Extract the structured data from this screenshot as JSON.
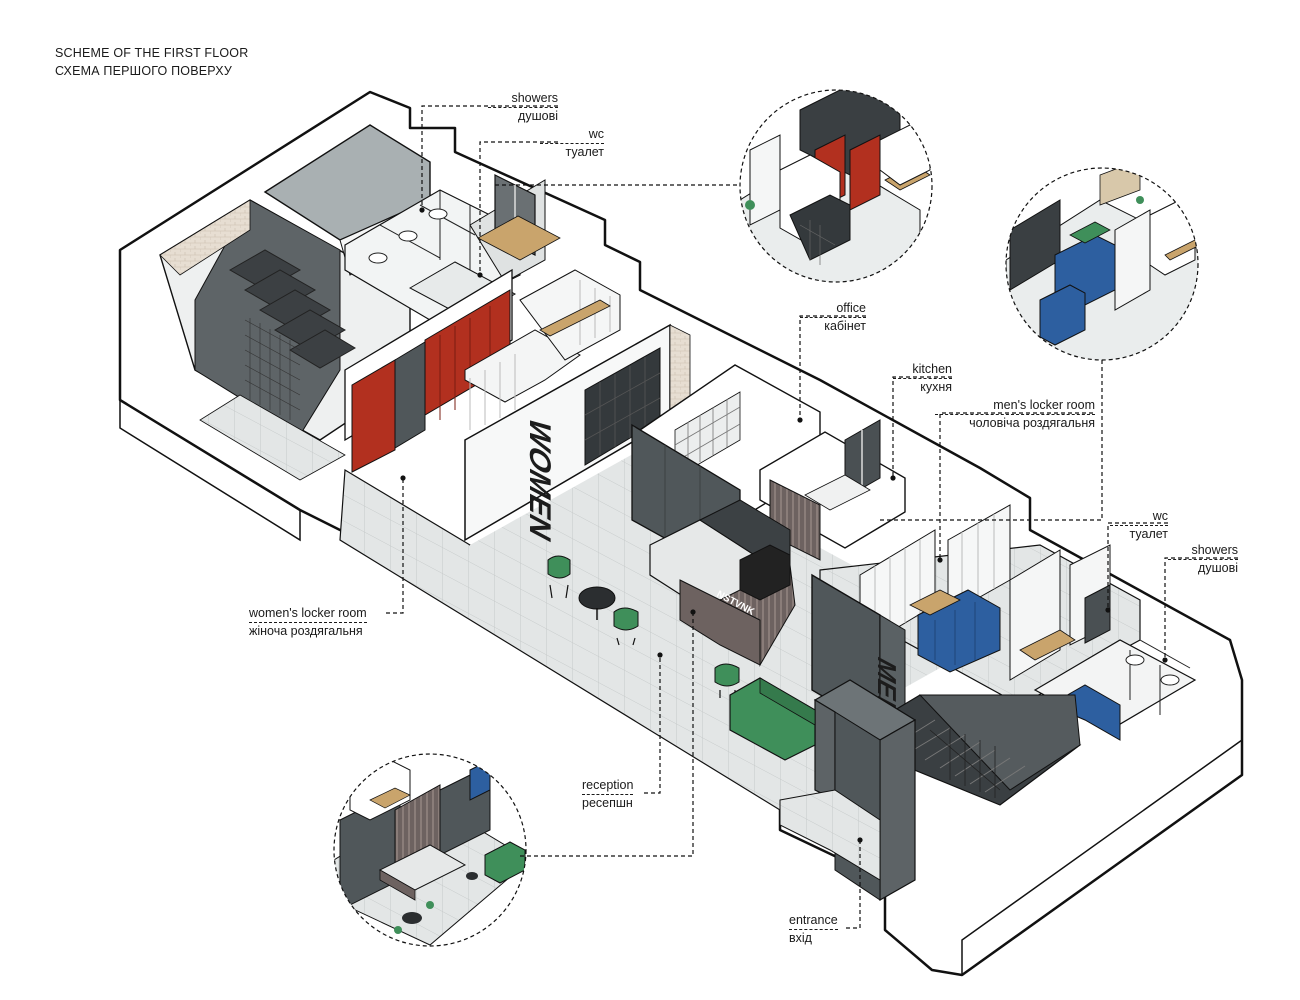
{
  "title": {
    "line1": "SCHEME OF THE FIRST FLOOR",
    "line2": "СХЕМА ПЕРШОГО ПОВЕРХУ"
  },
  "labels": {
    "showers_top": {
      "en": "showers",
      "uk": "душові"
    },
    "wc_top": {
      "en": "wc",
      "uk": "туалет"
    },
    "office": {
      "en": "office",
      "uk": "кабінет"
    },
    "kitchen": {
      "en": "kitchen",
      "uk": "кухня"
    },
    "mens_locker": {
      "en": "men's locker room",
      "uk": "чоловіча роздягальня"
    },
    "wc_right": {
      "en": "wc",
      "uk": "туалет"
    },
    "showers_right": {
      "en": "showers",
      "uk": "душові"
    },
    "womens_locker": {
      "en": "women's locker room",
      "uk": "жіноча роздягальня"
    },
    "reception": {
      "en": "reception",
      "uk": "ресепшн"
    },
    "entrance": {
      "en": "entrance",
      "uk": "вхід"
    }
  },
  "signage": {
    "women": "WOMEN",
    "men": "MEN",
    "desk": "NSTVNK"
  },
  "colors": {
    "outline": "#111111",
    "wall_white": "#ffffff",
    "floor": "#dfe3e3",
    "dark_grey": "#5d6366",
    "accent_red": "#b2301f",
    "accent_blue": "#2d5fa0",
    "accent_green": "#3f8f5a",
    "wood": "#c9a46c"
  }
}
